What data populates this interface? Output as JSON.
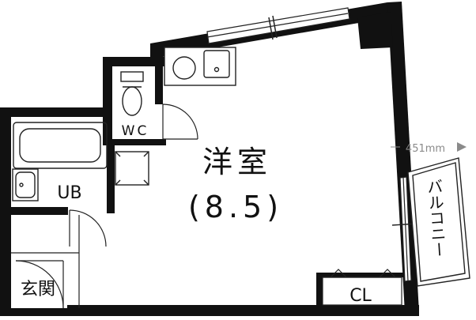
{
  "rooms": {
    "main_room_name": "洋室",
    "main_room_size": "(8.5)",
    "wc": "WC",
    "ub": "UB",
    "entrance": "玄関",
    "closet": "CL",
    "balcony": "バルコニー"
  },
  "dimension": {
    "balcony_width": "451mm"
  },
  "colors": {
    "wall": "#111111",
    "line": "#222222",
    "dimension": "#8a8a8a",
    "background": "#ffffff"
  }
}
